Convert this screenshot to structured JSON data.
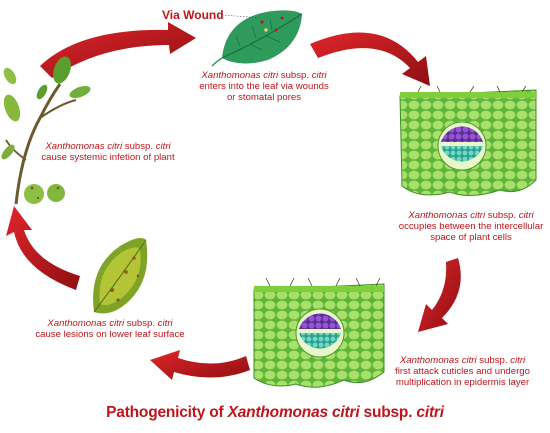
{
  "title": {
    "pre": "Pathogenicity of ",
    "species": "Xanthomonas citri",
    "post": " subsp. ",
    "sub": "citri"
  },
  "wound_label": "Via Wound",
  "steps": [
    {
      "species": "Xanthomonas citri",
      "mid": " subsp. ",
      "sub": "citri",
      "line2": "enters into the leaf  via wounds",
      "line3": "or stomatal pores"
    },
    {
      "species": "Xanthomonas citri",
      "mid": " subsp. ",
      "sub": "citri",
      "line2": "occupies between the intercellular",
      "line3": "space of plant cells"
    },
    {
      "species": "Xanthomonas citri",
      "mid": " subsp. ",
      "sub": "citri",
      "line2": "first attack cuticles and undergo",
      "line3": "multiplication in epidermis layer"
    },
    {
      "species": "Xanthomonas citri",
      "mid": " subsp. ",
      "sub": "citri",
      "line2": "cause lesions  on lower leaf surface",
      "line3": ""
    },
    {
      "species": "Xanthomonas citri",
      "mid": " subsp. ",
      "sub": "citri",
      "line2": "cause systemic infetion of plant",
      "line3": ""
    }
  ],
  "colors": {
    "text": "#c0151b",
    "arrow": "#c4161c",
    "leaf": "#2e9a5c",
    "tissue": "#8fd14f",
    "nucleus": "#7b3fb5",
    "cyto": "#3fb7a5"
  }
}
